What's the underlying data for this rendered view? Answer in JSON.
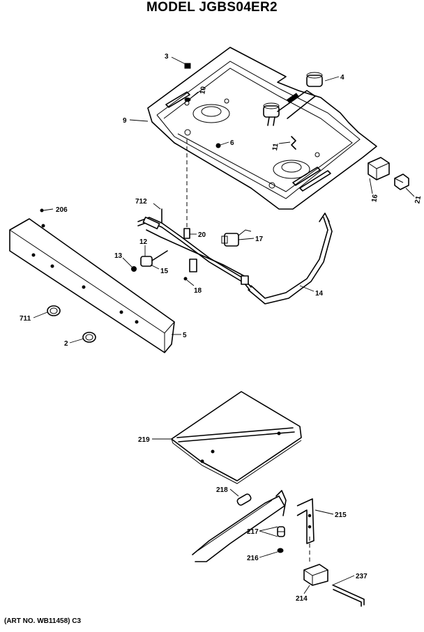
{
  "title": "MODEL JGBS04ER2",
  "art_number": "(ART NO. WB11458) C3",
  "callouts": {
    "p3": "3",
    "p4": "4",
    "p10": "10",
    "p9": "9",
    "p6": "6",
    "p11": "11",
    "p16": "16",
    "p21": "21",
    "p206": "206",
    "p712": "712",
    "p20": "20",
    "p17": "17",
    "p12": "12",
    "p13": "13",
    "p15": "15",
    "p18": "18",
    "p14": "14",
    "p711": "711",
    "p2": "2",
    "p5": "5",
    "p219": "219",
    "p218": "218",
    "p215": "215",
    "p217": "217",
    "p216": "216",
    "p237": "237",
    "p214": "214"
  }
}
